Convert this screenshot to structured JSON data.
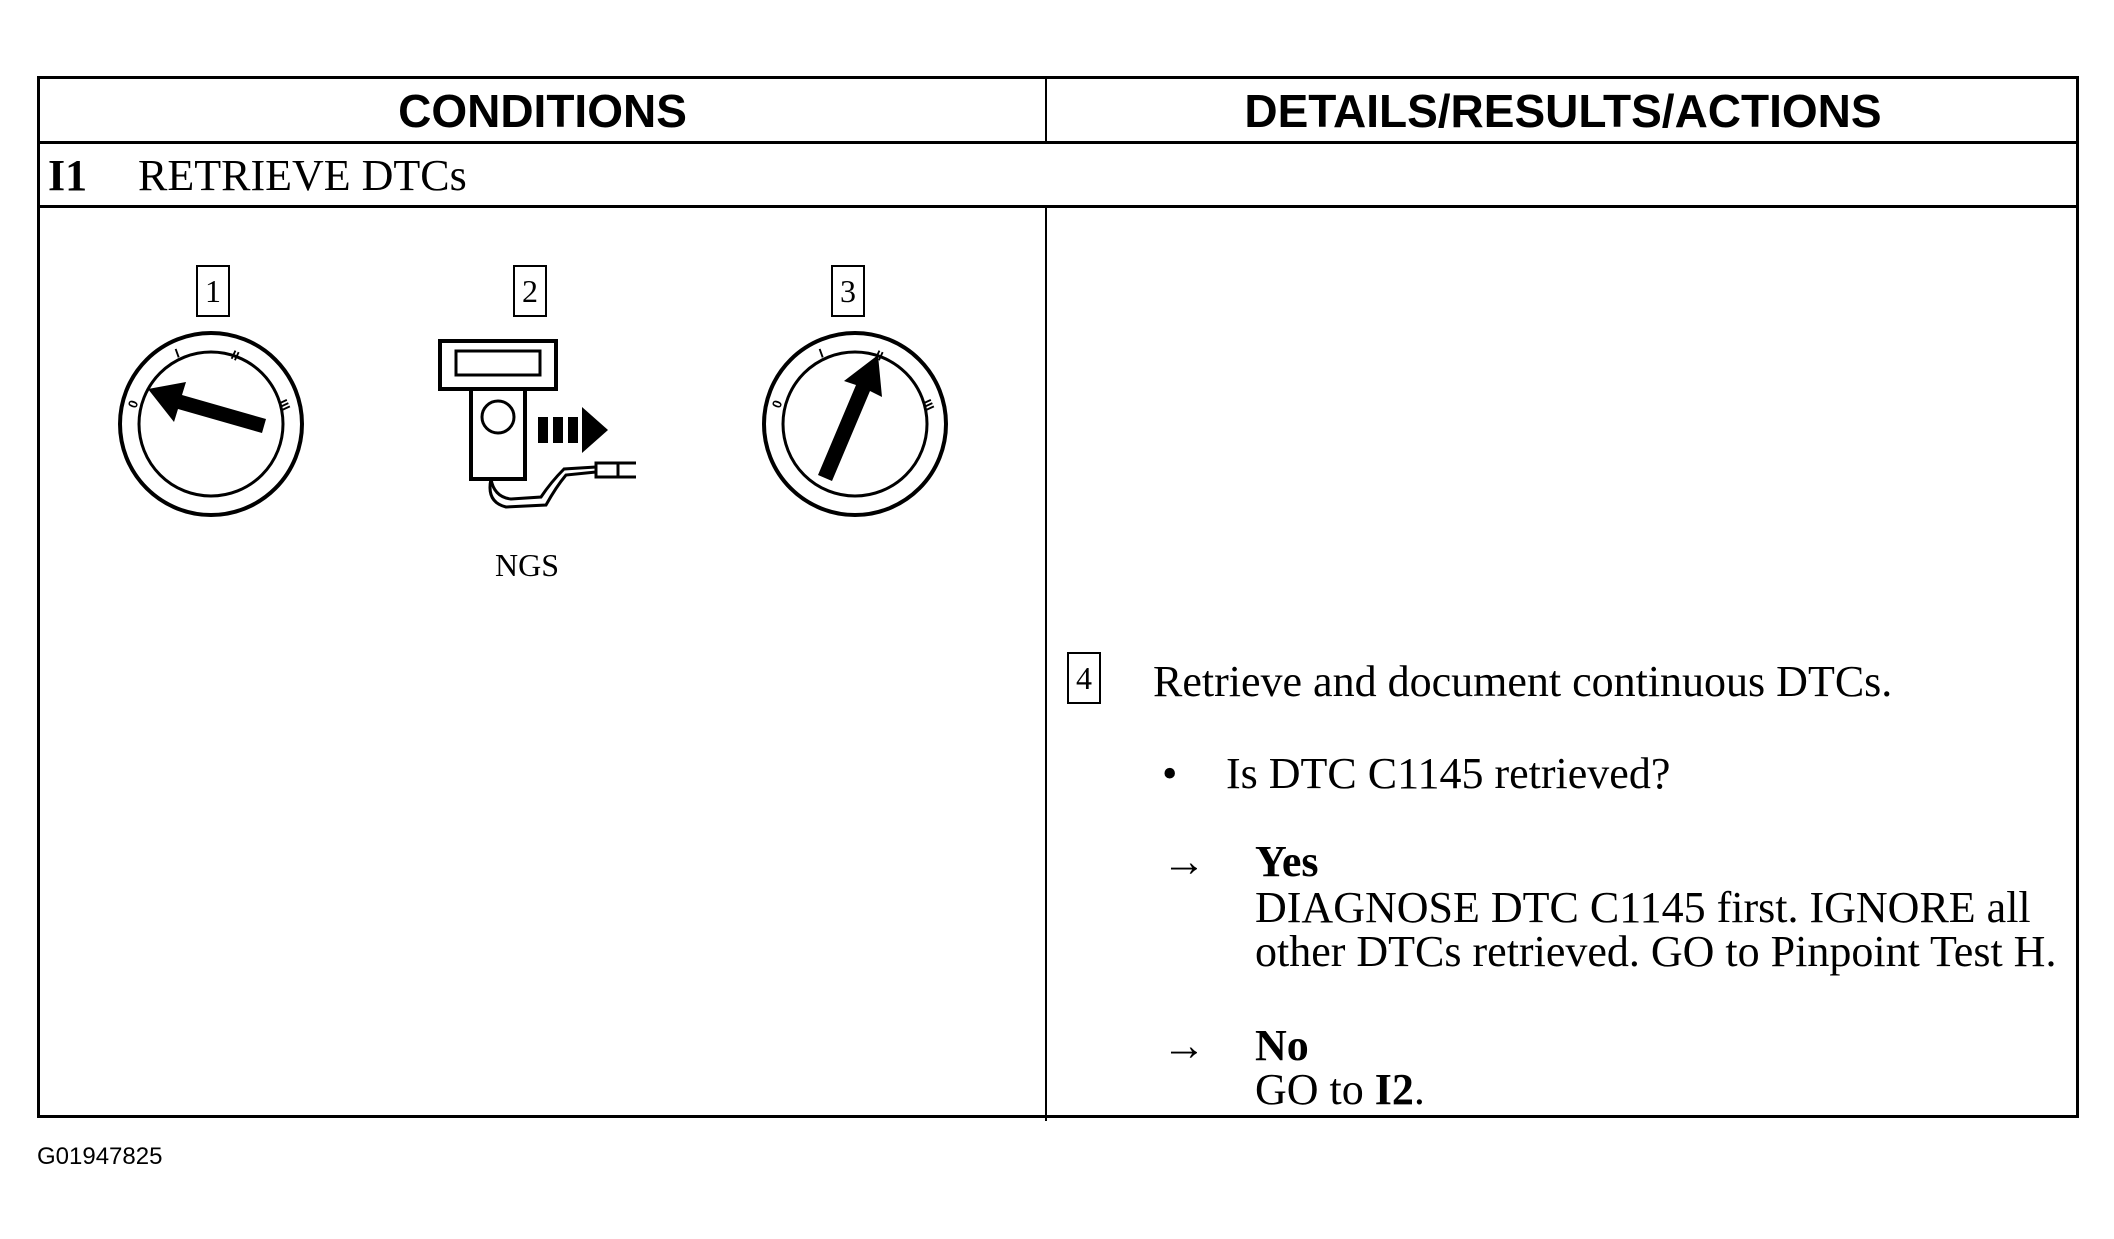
{
  "headers": {
    "conditions": "CONDITIONS",
    "details": "DETAILS/RESULTS/ACTIONS"
  },
  "section": {
    "number": "I1",
    "title": "RETRIEVE DTCs"
  },
  "steps": {
    "step1": "1",
    "step2": "2",
    "step3": "3",
    "step4": "4",
    "ngs_label": "NGS",
    "ignition_marks": [
      "0",
      "I",
      "II",
      "III"
    ]
  },
  "details": {
    "instruction": "Retrieve and document continuous DTCs.",
    "bullet": "•",
    "question": "Is DTC C1145 retrieved?",
    "arrow": "→",
    "yes_label": "Yes",
    "yes_line1": "DIAGNOSE DTC C1145 first. IGNORE all",
    "yes_line2": "other DTCs retrieved. GO to Pinpoint Test H.",
    "no_label": "No",
    "no_prefix": "GO to ",
    "no_target": "I2",
    "no_suffix": "."
  },
  "footer": {
    "figure_id": "G01947825"
  }
}
